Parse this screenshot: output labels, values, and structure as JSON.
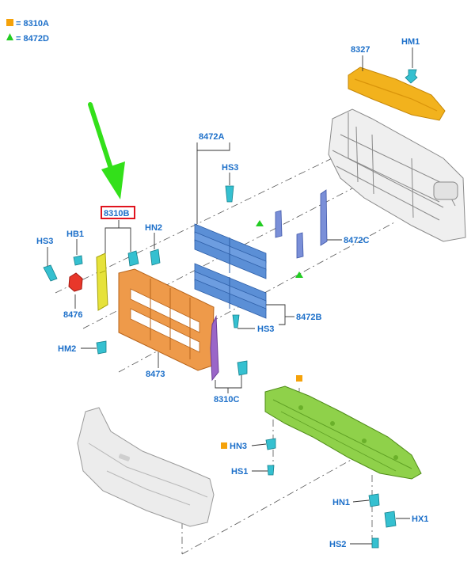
{
  "legend": {
    "items": [
      {
        "text": "= 8310A",
        "symbol": "square",
        "color": "#f5a20a"
      },
      {
        "text": "= 8472D",
        "symbol": "triangle",
        "color": "#22cc22"
      }
    ]
  },
  "labels": {
    "p8327": "8327",
    "hm1": "HM1",
    "p8472a": "8472A",
    "hs3_top": "HS3",
    "p8310b": "8310B",
    "hb1": "HB1",
    "hs3_left": "HS3",
    "hn2": "HN2",
    "p8476": "8476",
    "hm2": "HM2",
    "p8473": "8473",
    "p8472c": "8472C",
    "p8472b": "8472B",
    "hs3_mid": "HS3",
    "p8310c": "8310C",
    "hn3": "HN3",
    "hs1": "HS1",
    "hn1": "HN1",
    "hx1": "HX1",
    "hs2": "HS2"
  },
  "colors": {
    "label": "#1c6fc9",
    "arrow": "#33e01a",
    "highlight_box": "#e0141e",
    "shroud": "#f2b21d",
    "grille": "#5b8fd6",
    "reinforcement": "#ee9a4a",
    "shield": "#8fd14a",
    "bracket_yellow": "#e6e23a",
    "bracket_purple": "#9a66c8",
    "part_red": "#e8372a",
    "fastener": "#35c0d0",
    "bumper": "#e6e6e6"
  }
}
